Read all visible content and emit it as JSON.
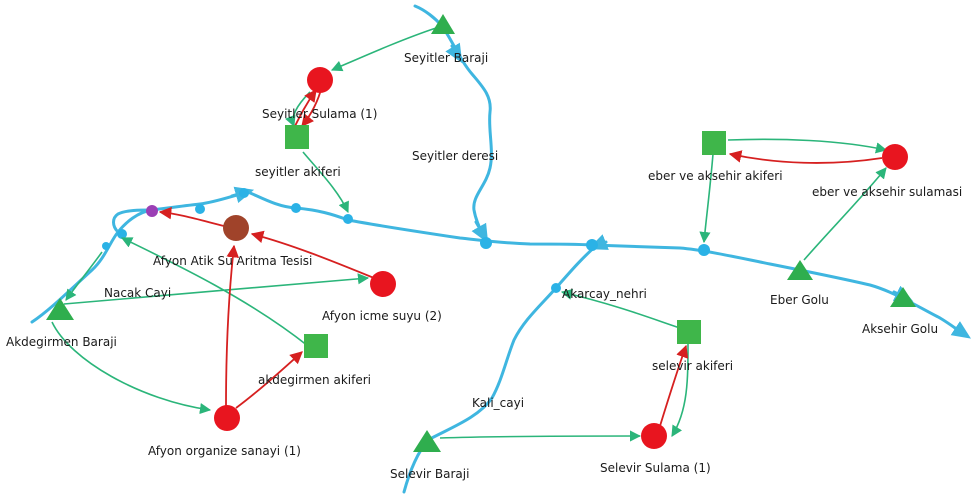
{
  "colors": {
    "river": "#3fb6e0",
    "supply_link": "#2bb57a",
    "return_link": "#d62020",
    "reservoir": "#2fae4e",
    "aquifer": "#3fb64a",
    "demand_site": "#e8151f",
    "treatment_plant": "#a0432a",
    "river_node": "#2bb2e6",
    "special_node": "#9b3fb5"
  },
  "reservoirs": [
    {
      "id": "seyitler-baraji",
      "label": "Seyitler Baraji"
    },
    {
      "id": "akdegirmen-baraji",
      "label": "Akdegirmen Baraji"
    },
    {
      "id": "eber-golu",
      "label": "Eber Golu"
    },
    {
      "id": "aksehir-golu",
      "label": "Aksehir Golu"
    },
    {
      "id": "selevir-baraji",
      "label": "Selevir Baraji"
    }
  ],
  "demand_sites": [
    {
      "id": "seyitler-sulama",
      "label": "Seyitler Sulama (1)"
    },
    {
      "id": "afyon-icme-suyu",
      "label": "Afyon icme suyu (2)"
    },
    {
      "id": "afyon-organize-sanayi",
      "label": "Afyon organize sanayi (1)"
    },
    {
      "id": "eber-aksehir-sulamasi",
      "label": "eber ve aksehir sulamasi"
    },
    {
      "id": "selevir-sulama",
      "label": "Selevir Sulama (1)"
    }
  ],
  "aquifers": [
    {
      "id": "seyitler-akiferi",
      "label": "seyitler akiferi"
    },
    {
      "id": "akdegirmen-akiferi",
      "label": "akdegirmen akiferi"
    },
    {
      "id": "eber-aksehir-akiferi",
      "label": "eber ve aksehir akiferi"
    },
    {
      "id": "selevir-akiferi",
      "label": "selevir akiferi"
    }
  ],
  "treatment": {
    "id": "afyon-atik-su",
    "label": "Afyon Atik Su Aritma Tesisi"
  },
  "rivers": [
    {
      "id": "seyitler-deresi",
      "label": "Seyitler deresi"
    },
    {
      "id": "nacak-cayi",
      "label": "Nacak Cayi"
    },
    {
      "id": "akarcay-nehri",
      "label": "Akarcay_nehri"
    },
    {
      "id": "kali-cayi",
      "label": "Kali_cayi"
    }
  ]
}
